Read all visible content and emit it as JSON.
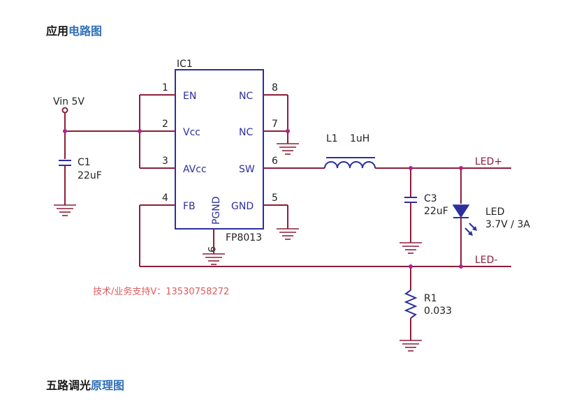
{
  "heading1": {
    "plain": "应用",
    "link": "电路图"
  },
  "heading2": {
    "plain": "五路调光",
    "link": "原理图"
  },
  "ic": {
    "ref": "IC1",
    "part": "FP8013",
    "pins_left": [
      {
        "num": "1",
        "name": "EN"
      },
      {
        "num": "2",
        "name": "Vcc"
      },
      {
        "num": "3",
        "name": "AVcc"
      },
      {
        "num": "4",
        "name": "FB"
      }
    ],
    "pins_right": [
      {
        "num": "8",
        "name": "NC"
      },
      {
        "num": "7",
        "name": "NC"
      },
      {
        "num": "6",
        "name": "SW"
      },
      {
        "num": "5",
        "name": "GND"
      }
    ],
    "pin_bottom": {
      "num": "9",
      "name": "PGND"
    }
  },
  "vin": "Vin 5V",
  "c1": {
    "ref": "C1",
    "value": "22uF"
  },
  "l1": {
    "ref": "L1",
    "value": "1uH"
  },
  "c3": {
    "ref": "C3",
    "value": "22uF"
  },
  "led": {
    "ref": "LED",
    "value": "3.7V / 3A"
  },
  "net_led_pos": "LED+",
  "net_led_neg": "LED-",
  "r1": {
    "ref": "R1",
    "value": "0.033"
  },
  "note": "技术/业务支持V：13530758272",
  "colors": {
    "wire": "#8b1e3a",
    "component": "#2e2e9e",
    "junction": "#b0228a",
    "note": "#e05a5a",
    "link": "#2f6fb6"
  }
}
